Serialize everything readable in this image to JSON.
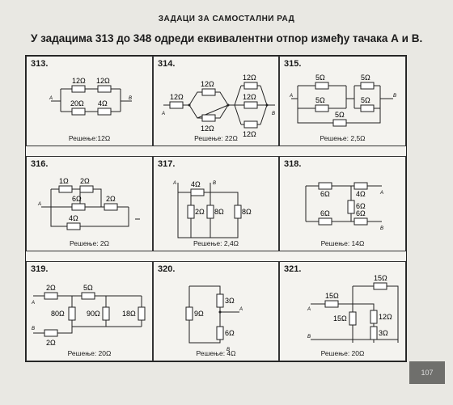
{
  "header": "ЗАДАЦИ ЗА САМОСТАЛНИ РАД",
  "task": "У задацима 313 до 348 одреди еквивалентни отпор између тачака А и В.",
  "page_number": "107",
  "problems": [
    {
      "num": "313.",
      "solution": "Решење:12Ω",
      "labels": {
        "r1": "12Ω",
        "r2": "12Ω",
        "r3": "20Ω",
        "r4": "4Ω",
        "a": "A",
        "b": "B"
      }
    },
    {
      "num": "314.",
      "solution": "Решење: 22Ω",
      "labels": {
        "r0": "12Ω",
        "r1": "12Ω",
        "r2": "12Ω",
        "r3": "12Ω",
        "r4": "12Ω",
        "r5": "12Ω",
        "a": "A",
        "b": "B"
      }
    },
    {
      "num": "315.",
      "solution": "Решење: 2,5Ω",
      "labels": {
        "r1": "5Ω",
        "r2": "5Ω",
        "r3": "5Ω",
        "r4": "5Ω",
        "r5": "5Ω",
        "a": "A",
        "b": "B"
      }
    },
    {
      "num": "316.",
      "solution": "Решење: 2Ω",
      "labels": {
        "r1": "1Ω",
        "r2": "2Ω",
        "r3": "6Ω",
        "r4": "2Ω",
        "r5": "4Ω",
        "a": "A"
      }
    },
    {
      "num": "317.",
      "solution": "Решење: 2,4Ω",
      "labels": {
        "r1": "4Ω",
        "r2": "2Ω",
        "r3": "8Ω",
        "r4": "8Ω",
        "a": "A",
        "b": "B"
      }
    },
    {
      "num": "318.",
      "solution": "Решење: 14Ω",
      "labels": {
        "r1": "6Ω",
        "r2": "4Ω",
        "r3": "6Ω",
        "r4": "6Ω",
        "r5": "6Ω",
        "a": "A",
        "b": "B"
      }
    },
    {
      "num": "319.",
      "solution": "Решење: 20Ω",
      "labels": {
        "r1": "2Ω",
        "r2": "5Ω",
        "r3": "80Ω",
        "r4": "90Ω",
        "r5": "18Ω",
        "r6": "2Ω",
        "a": "A",
        "b": "B"
      }
    },
    {
      "num": "320.",
      "solution": "Решење: 4Ω",
      "labels": {
        "r1": "3Ω",
        "r2": "9Ω",
        "r3": "6Ω",
        "a": "A",
        "b": "B"
      }
    },
    {
      "num": "321.",
      "solution": "Решење: 20Ω",
      "labels": {
        "r1": "15Ω",
        "r2": "15Ω",
        "r3": "12Ω",
        "r4": "15Ω",
        "r5": "3Ω",
        "a": "A",
        "b": "B"
      }
    }
  ]
}
